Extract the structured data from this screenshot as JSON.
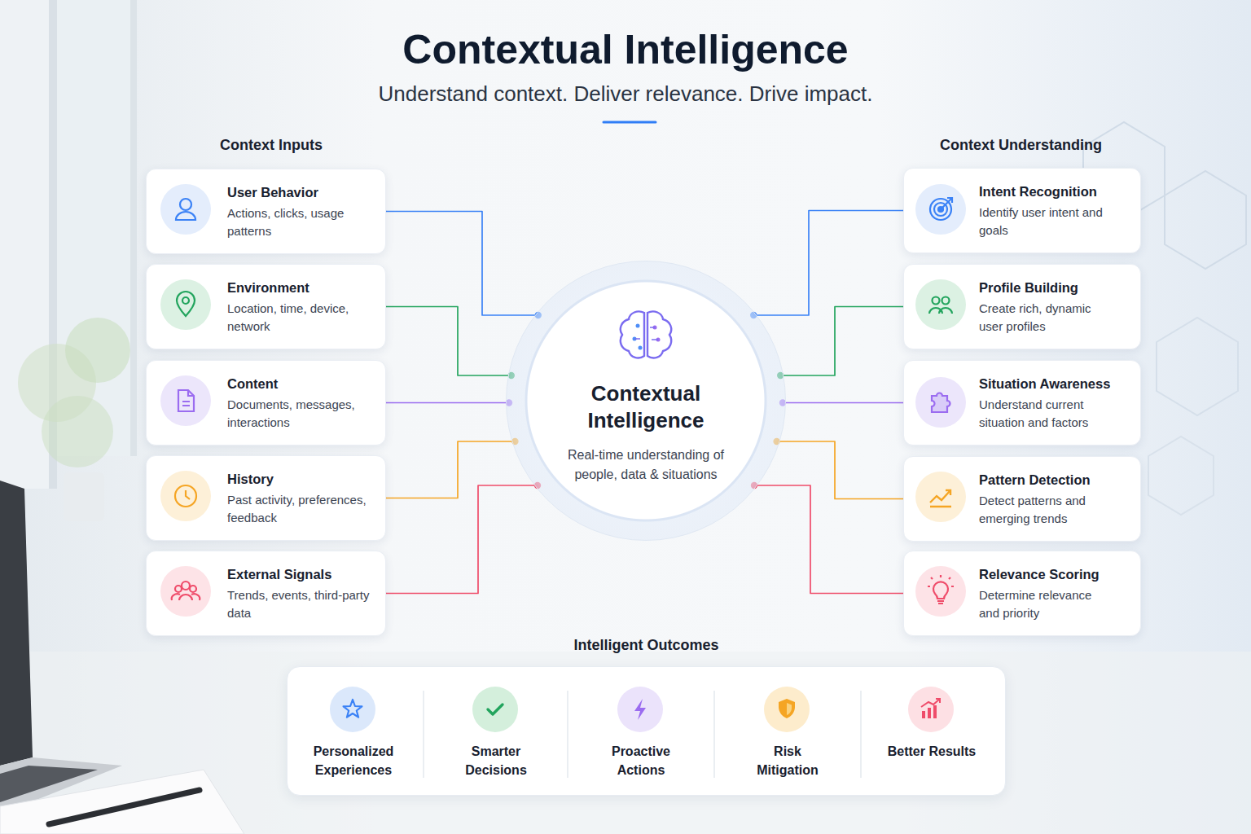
{
  "diagram": {
    "title": "Contextual Intelligence",
    "nodes": [
      {
        "text": [
          "User Behavior",
          "Actions, clicks, usage patterns"
        ]
      },
      {
        "text": [
          "Environment",
          "Location, time, device, network"
        ]
      },
      {
        "text": [
          "Content",
          "Documents, messages, interactions"
        ]
      },
      {
        "text": [
          "History",
          "Past activity, preferences, feedback"
        ]
      },
      {
        "text": [
          "External Signals",
          "Trends, events, third-party data"
        ]
      },
      {
        "text": [
          "Contextual Intelligence",
          "Real-time understanding of people, data & situations"
        ]
      },
      {
        "text": [
          "Intent Recognition",
          "Identify user intent and goals"
        ]
      },
      {
        "text": [
          "Profile Building",
          "Create rich, dynamic user profiles"
        ]
      },
      {
        "text": [
          "Situation Awareness",
          "Understand current situation and factors"
        ]
      },
      {
        "text": [
          "Pattern Detection",
          "Detect patterns and emerging trends"
        ]
      },
      {
        "text": [
          "Relevance Scoring",
          "Determine relevance and priority"
        ]
      },
      {
        "text": [
          "Intelligent Outcomes"
        ]
      },
      {
        "text": [
          "Personalized Experiences"
        ],
        "in": 11
      },
      {
        "text": [
          "Smarter Decisions"
        ],
        "in": 11
      },
      {
        "text": [
          "Proactive Actions"
        ],
        "in": 11
      },
      {
        "text": [
          "Risk Mitigation"
        ],
        "in": 11
      },
      {
        "text": [
          "Better Results"
        ],
        "in": 11
      }
    ],
    "edges": [
      {
        "from": 0,
        "to": 5,
        "arrow": "none"
      },
      {
        "from": 1,
        "to": 5,
        "arrow": "none"
      },
      {
        "from": 2,
        "to": 5,
        "arrow": "none"
      },
      {
        "from": 3,
        "to": 5,
        "arrow": "none"
      },
      {
        "from": 4,
        "to": 5,
        "arrow": "none"
      },
      {
        "from": 5,
        "to": 6,
        "arrow": "none"
      },
      {
        "from": 5,
        "to": 7,
        "arrow": "none"
      },
      {
        "from": 5,
        "to": 8,
        "arrow": "none"
      },
      {
        "from": 5,
        "to": 9,
        "arrow": "none"
      },
      {
        "from": 5,
        "to": 10,
        "arrow": "none"
      }
    ],
    "labels": [
      "Understand context. Deliver relevance. Drive impact.",
      "Context Inputs",
      "Context Understanding"
    ]
  }
}
